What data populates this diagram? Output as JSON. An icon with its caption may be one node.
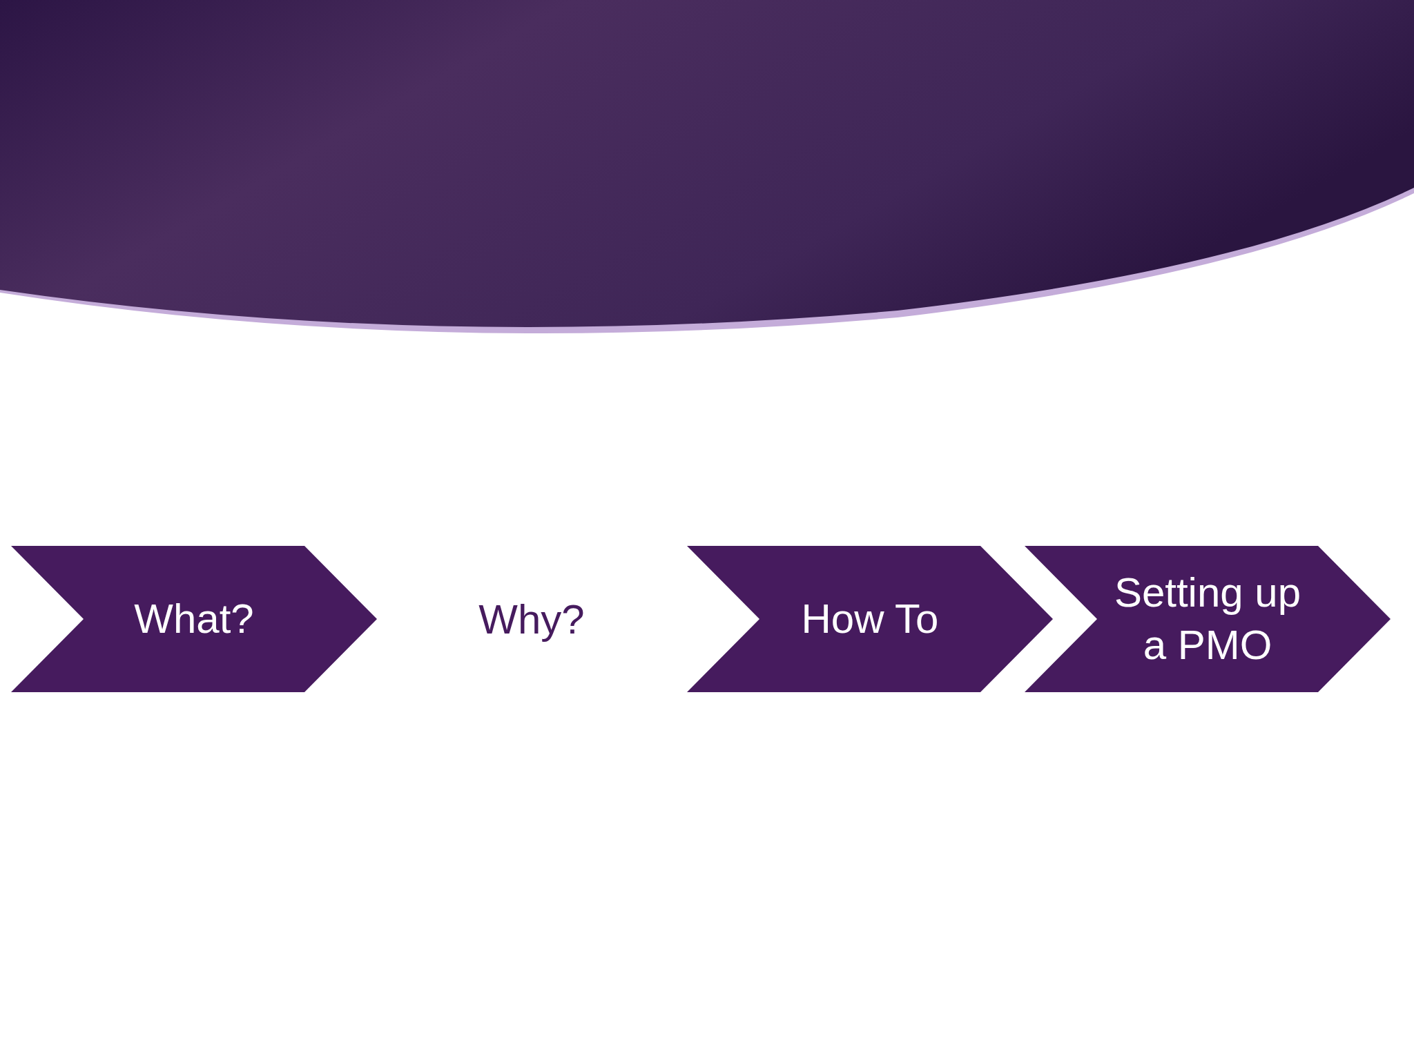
{
  "diagram": {
    "nodes": [
      {
        "text": [
          "What?"
        ]
      },
      {
        "text": [
          "Why?"
        ]
      },
      {
        "text": [
          "How To"
        ]
      },
      {
        "text": [
          "Setting up a PMO"
        ]
      }
    ]
  }
}
